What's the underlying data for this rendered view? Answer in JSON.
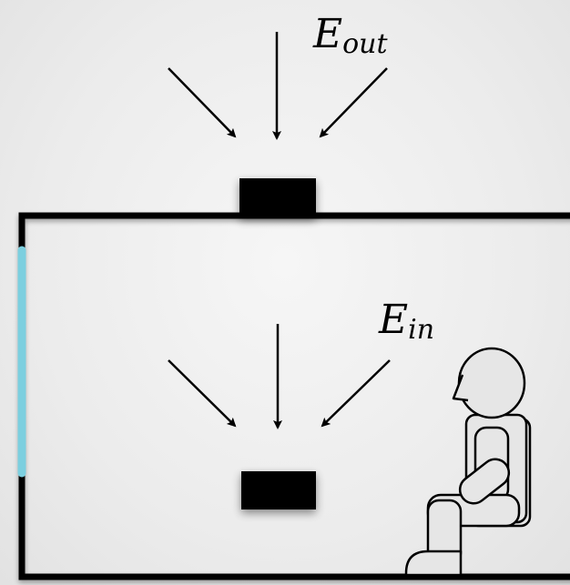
{
  "labels": {
    "outdoor_symbol": "E",
    "outdoor_subscript": "out",
    "indoor_symbol": "E",
    "indoor_subscript": "in"
  },
  "colors": {
    "room_outline": "#000000",
    "sensor": "#000000",
    "window": "#7ccfdf",
    "person_fill": "#e6e6e6",
    "person_stroke": "#000000",
    "arrow": "#000000"
  },
  "icons": {
    "outdoor_sensor": "sensor-block",
    "indoor_sensor": "sensor-block",
    "occupant": "seated-person",
    "window": "window-pane"
  }
}
